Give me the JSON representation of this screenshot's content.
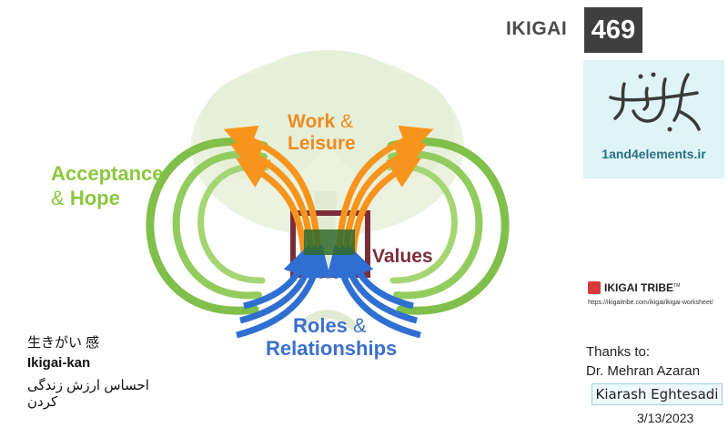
{
  "header": {
    "label": "IKIGAI",
    "number": "469"
  },
  "logo": {
    "script_text": "۱ آچار عنصر",
    "url": "1and4elements.ir"
  },
  "diagram": {
    "work_line1": "Work",
    "work_amp": "&",
    "work_line2": "Leisure",
    "acceptance_line1": "Acceptance",
    "acceptance_amp": "&",
    "acceptance_line2": "Hope",
    "values": "Values",
    "roles_line1": "Roles",
    "roles_amp": "&",
    "roles_line2": "Relationships",
    "colors": {
      "orange": "#ef8a1e",
      "green": "#8cc63f",
      "blue": "#3b6fd0",
      "maroon": "#7b2e3a",
      "tree": "#d9e8c4"
    }
  },
  "tribe": {
    "name": "IKIGAI TRIBE",
    "tm": "TM",
    "url": "https://ikigaitribe.com/ikigai/ikigai-worksheet/"
  },
  "left_text": {
    "japanese": "生きがい 感",
    "romaji": "Ikigai-kan",
    "persian": "احساس ارزش زندگی کردن"
  },
  "credits": {
    "thanks_label": "Thanks to:",
    "thanks_name": "Dr. Mehran Azaran",
    "author": "Kiarash Eghtesadi",
    "date": "3/13/2023"
  }
}
